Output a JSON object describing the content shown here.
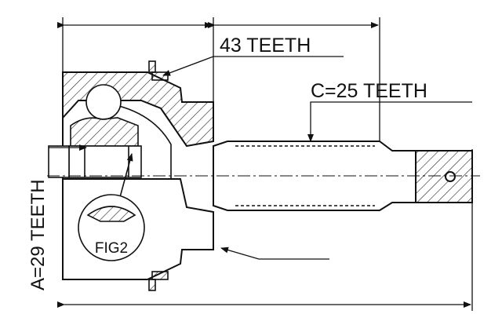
{
  "labels": {
    "outer_teeth": "43 TEETH",
    "shaft_teeth": "C=25 TEETH",
    "inner_teeth": "A=29 TEETH",
    "fig_callout": "FIG2"
  },
  "colors": {
    "ink": "#111111",
    "hatch": "#222222",
    "background": "#ffffff"
  }
}
